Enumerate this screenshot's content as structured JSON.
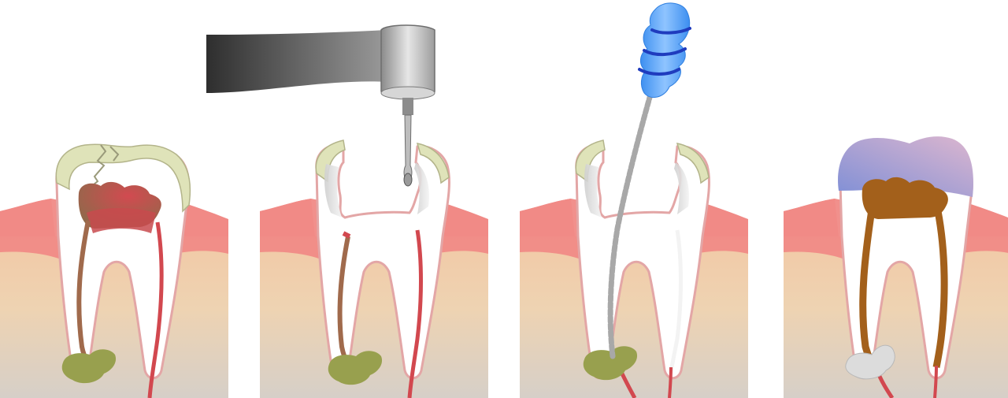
{
  "diagram": {
    "panels": [
      {
        "stage": "infected-tooth",
        "has_crack": true,
        "has_decay": true,
        "has_abscess": true
      },
      {
        "stage": "drilling-access",
        "instrument": "dental-drill-handpiece",
        "has_abscess": true
      },
      {
        "stage": "root-canal-cleaning",
        "instrument": "endodontic-file",
        "has_abscess": true
      },
      {
        "stage": "filled-and-crowned",
        "has_crown": true,
        "filling": "root-canal-filling",
        "abscess_healing": true
      }
    ],
    "colors": {
      "gum": "#f08a86",
      "bone": "#eed0ac",
      "bone_base": "#d9ccc0",
      "tooth": "#ffffff",
      "enamel": "#dfe3b9",
      "enamel_outline": "#b3b48a",
      "pulp_infected": "#c84a4e",
      "decay": "#8e3f3a",
      "canal_nerve": "#d2484f",
      "abscess": "#98a04e",
      "abscess_healed": "#dcdcdc",
      "drill_body": "#3f3f3f",
      "drill_head": "#b8b8b8",
      "file_handle": "#4aa0f5",
      "file_bands": "#1f3cbe",
      "file_shaft": "#a8a8a8",
      "crown_blue": "#8b9bd8",
      "crown_pink": "#d8b3cf",
      "filling": "#a3601b"
    }
  }
}
